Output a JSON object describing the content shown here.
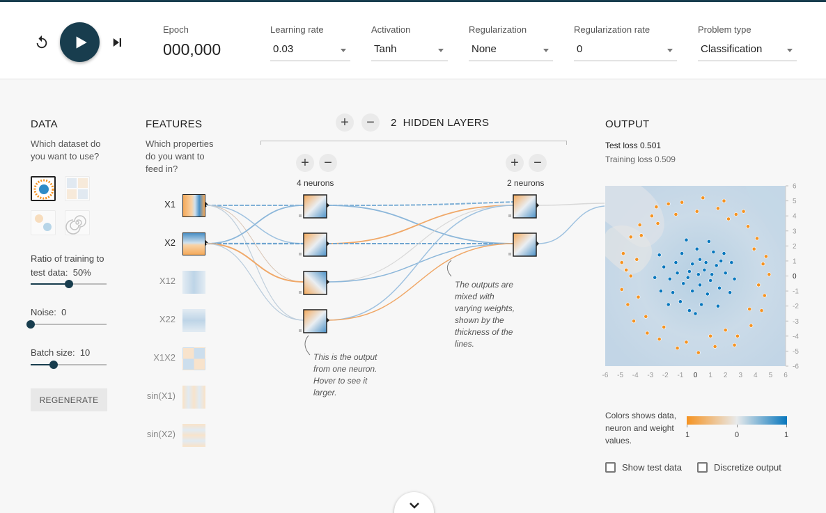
{
  "header": {
    "epoch_label": "Epoch",
    "epoch_value": "000,000",
    "learning_rate": {
      "label": "Learning rate",
      "value": "0.03"
    },
    "activation": {
      "label": "Activation",
      "value": "Tanh"
    },
    "regularization": {
      "label": "Regularization",
      "value": "None"
    },
    "regularization_rate": {
      "label": "Regularization rate",
      "value": "0"
    },
    "problem_type": {
      "label": "Problem type",
      "value": "Classification"
    }
  },
  "data_panel": {
    "title": "DATA",
    "subtitle": "Which dataset do you want to use?",
    "ratio_label": "Ratio of training to test data:",
    "ratio_value": "50%",
    "ratio_fraction": 0.5,
    "noise_label": "Noise:",
    "noise_value": "0",
    "noise_fraction": 0,
    "batch_label": "Batch size:",
    "batch_value": "10",
    "batch_fraction": 0.3,
    "regenerate_label": "REGENERATE"
  },
  "features_panel": {
    "title": "FEATURES",
    "subtitle": "Which properties do you want to feed in?",
    "features": [
      {
        "label": "X1",
        "active": true
      },
      {
        "label": "X2",
        "active": true
      },
      {
        "label": "X12",
        "active": false
      },
      {
        "label": "X22",
        "active": false
      },
      {
        "label": "X1X2",
        "active": false
      },
      {
        "label": "sin(X1)",
        "active": false
      },
      {
        "label": "sin(X2)",
        "active": false
      }
    ]
  },
  "network": {
    "layer_count": "2",
    "layers_label": "HIDDEN LAYERS",
    "layer1_neurons": "4 neurons",
    "layer2_neurons": "2 neurons",
    "annotation_neuron": "This is the output from one neuron. Hover to see it larger.",
    "annotation_weights": "The outputs are mixed with varying weights, shown by the thickness of the lines."
  },
  "output_panel": {
    "title": "OUTPUT",
    "test_loss_label": "Test loss",
    "test_loss_value": "0.501",
    "training_loss_label": "Training loss",
    "training_loss_value": "0.509",
    "x_ticks": [
      "-6",
      "-5",
      "-4",
      "-3",
      "-2",
      "-1",
      "0",
      "1",
      "2",
      "3",
      "4",
      "5",
      "6"
    ],
    "y_ticks": [
      "6",
      "5",
      "4",
      "3",
      "2",
      "1",
      "0",
      "-1",
      "-2",
      "-3",
      "-4",
      "-5",
      "-6"
    ],
    "legend_text": "Colors shows data, neuron and weight values.",
    "legend_min": "1",
    "legend_mid": "0",
    "legend_max": "1",
    "show_test_label": "Show test data",
    "discretize_label": "Discretize output"
  },
  "colors": {
    "brand": "#183d4e",
    "positive": "#0877bd",
    "negative": "#f59322"
  },
  "chart_data": {
    "type": "scatter",
    "xlim": [
      -6,
      6
    ],
    "ylim": [
      -6,
      6
    ],
    "grid": false,
    "series": [
      {
        "name": "",
        "color": "#f59322",
        "values": [
          [
            -4.8,
            1.5
          ],
          [
            -4.6,
            0.4
          ],
          [
            -4.9,
            -0.9
          ],
          [
            -4.3,
            2.6
          ],
          [
            -3.7,
            3.4
          ],
          [
            -2.9,
            4.0
          ],
          [
            -1.8,
            4.8
          ],
          [
            -0.9,
            4.9
          ],
          [
            0.5,
            5.2
          ],
          [
            1.5,
            4.5
          ],
          [
            2.7,
            4.1
          ],
          [
            3.5,
            3.3
          ],
          [
            4.1,
            2.5
          ],
          [
            4.7,
            1.3
          ],
          [
            4.9,
            0.1
          ],
          [
            4.6,
            -1.3
          ],
          [
            4.4,
            -2.3
          ],
          [
            3.7,
            -3.3
          ],
          [
            2.8,
            -4.0
          ],
          [
            1.3,
            -4.7
          ],
          [
            0.2,
            -5.1
          ],
          [
            -1.2,
            -4.8
          ],
          [
            -2.4,
            -4.2
          ],
          [
            -3.2,
            -3.8
          ],
          [
            -4.1,
            -3.0
          ],
          [
            -4.5,
            -1.9
          ],
          [
            -3.9,
            1.1
          ],
          [
            -3.6,
            2.7
          ],
          [
            -2.5,
            3.5
          ],
          [
            0.1,
            4.3
          ],
          [
            2.2,
            3.8
          ],
          [
            3.9,
            1.8
          ],
          [
            4.2,
            -0.6
          ],
          [
            3.6,
            -2.2
          ],
          [
            2.0,
            -3.6
          ],
          [
            -0.6,
            -4.4
          ],
          [
            -2.1,
            -3.4
          ],
          [
            -3.8,
            -1.4
          ],
          [
            -4.3,
            0.0
          ],
          [
            3.2,
            4.3
          ],
          [
            -1.3,
            4.1
          ],
          [
            1.0,
            -4.0
          ],
          [
            -3.3,
            -2.7
          ],
          [
            4.5,
            0.8
          ],
          [
            -2.6,
            4.6
          ],
          [
            2.6,
            -4.6
          ],
          [
            1.9,
            5.0
          ],
          [
            -4.9,
            0.9
          ]
        ]
      },
      {
        "name": "",
        "color": "#0877bd",
        "values": [
          [
            0.2,
            0.1
          ],
          [
            0.6,
            0.4
          ],
          [
            -0.4,
            0.3
          ],
          [
            1.0,
            -0.3
          ],
          [
            -0.8,
            -0.5
          ],
          [
            0.3,
            1.1
          ],
          [
            -0.2,
            -1.0
          ],
          [
            1.4,
            0.7
          ],
          [
            -1.3,
            0.9
          ],
          [
            0.8,
            -1.2
          ],
          [
            -0.9,
            1.5
          ],
          [
            1.6,
            -0.8
          ],
          [
            -1.7,
            -0.2
          ],
          [
            0.1,
            1.8
          ],
          [
            0.4,
            -1.9
          ],
          [
            2.0,
            0.2
          ],
          [
            -2.1,
            0.6
          ],
          [
            1.2,
            1.6
          ],
          [
            -1.0,
            -1.7
          ],
          [
            2.3,
            -1.1
          ],
          [
            -2.3,
            -1.0
          ],
          [
            0.9,
            2.3
          ],
          [
            -0.6,
            2.4
          ],
          [
            1.9,
            1.5
          ],
          [
            -2.4,
            1.4
          ],
          [
            2.4,
            0.9
          ],
          [
            -1.8,
            -1.9
          ],
          [
            1.5,
            -2.0
          ],
          [
            0.0,
            -2.5
          ],
          [
            -0.4,
            -2.3
          ],
          [
            2.6,
            -0.2
          ],
          [
            -2.7,
            -0.1
          ],
          [
            0.7,
            0.9
          ],
          [
            -0.5,
            -0.1
          ],
          [
            1.1,
            0.1
          ],
          [
            -1.2,
            0.2
          ],
          [
            0.3,
            -0.6
          ],
          [
            -0.2,
            0.8
          ],
          [
            1.7,
            1.0
          ],
          [
            -1.5,
            -1.1
          ]
        ]
      }
    ]
  }
}
